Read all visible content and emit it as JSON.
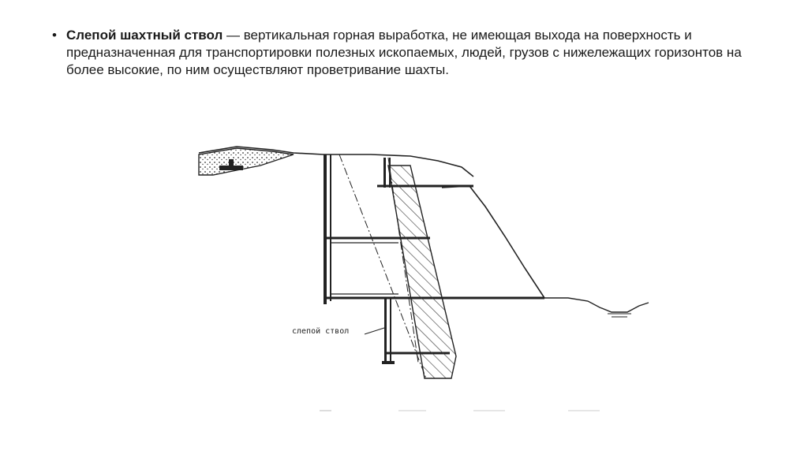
{
  "slide": {
    "bullet_symbol": "•",
    "term": "Слепой шахтный ствол",
    "definition": " — вертикальная горная выработка, не имеющая выхода на поверхность и предназначенная для транспортировки полезных ископаемых, людей, грузов с нижележащих горизонтов на более высокие, по ним осуществляют проветривание шахты."
  },
  "figure": {
    "label": "слепой ствол"
  }
}
